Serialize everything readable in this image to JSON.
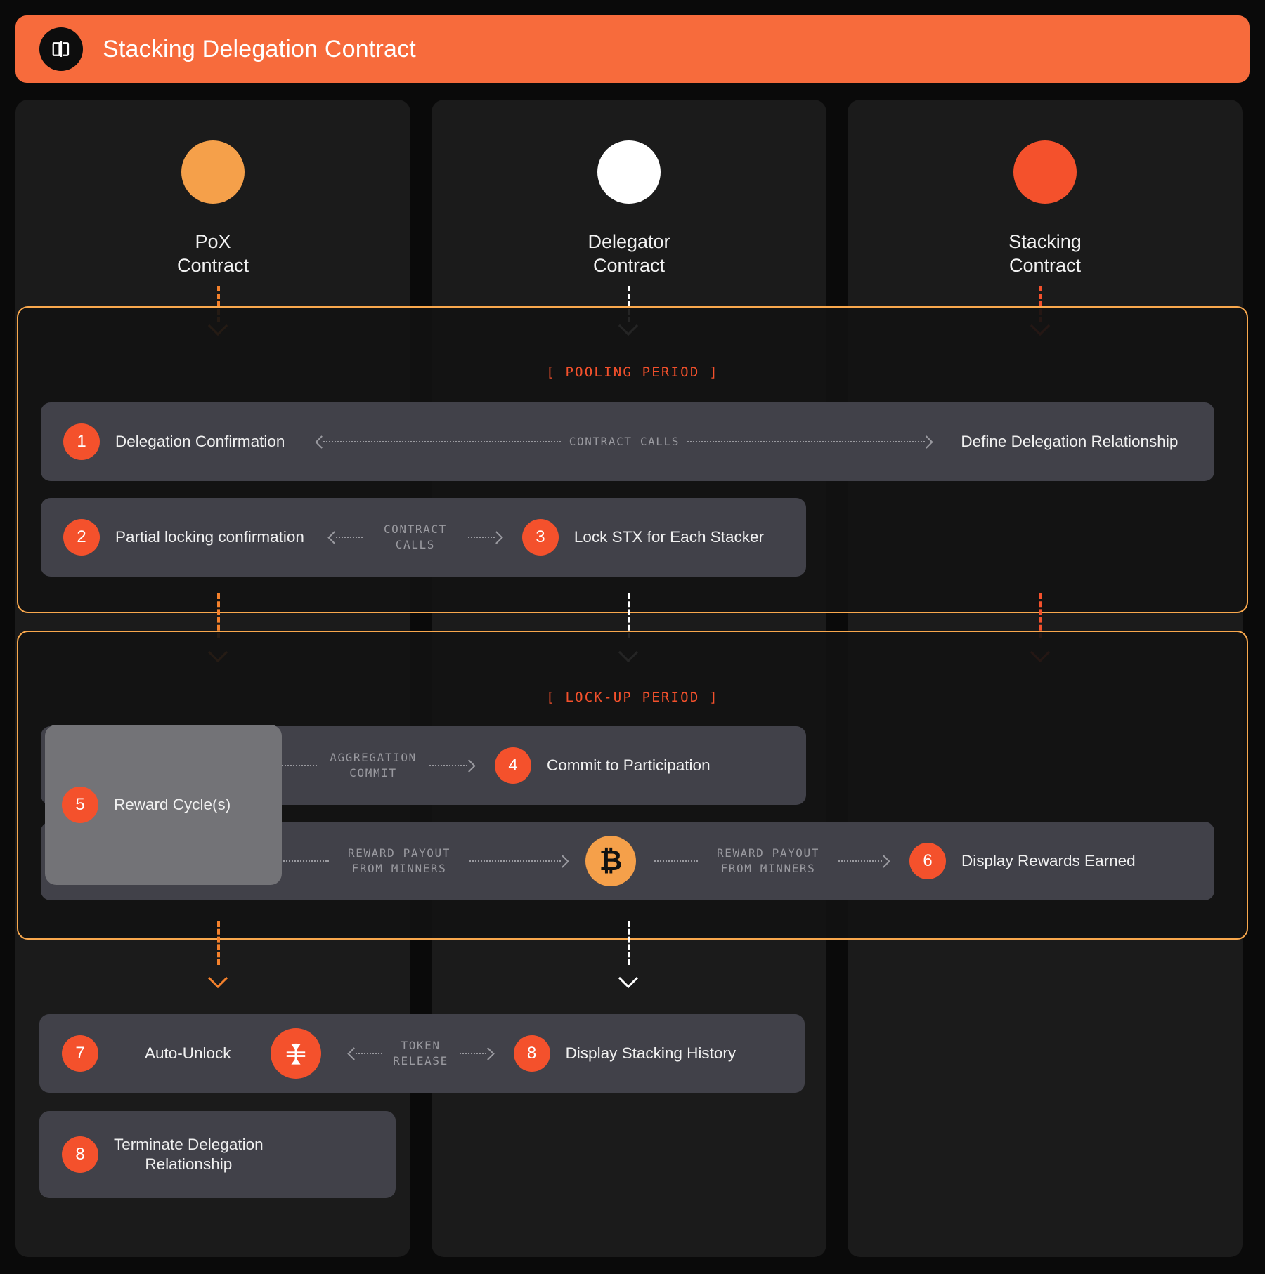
{
  "header": {
    "title": "Stacking Delegation Contract",
    "logo_icon": "contract-split-icon",
    "bg_color": "#F76B3C"
  },
  "columns": [
    {
      "name": "PoX\nContract",
      "avatar_color": "#F5A04A",
      "avatar_icon": "pox-contract-avatar",
      "line_color": "#F4812C"
    },
    {
      "name": "Delegator\nContract",
      "avatar_color": "#FFFFFF",
      "avatar_icon": "delegator-contract-avatar",
      "line_color": "#FFFFFF"
    },
    {
      "name": "Stacking\nContract",
      "avatar_color": "#F4512C",
      "avatar_icon": "stacking-contract-avatar",
      "line_color": "#F4512C"
    }
  ],
  "phases": [
    {
      "label": "[ POOLING PERIOD ]"
    },
    {
      "label": "[ LOCK-UP PERIOD ]"
    }
  ],
  "rows": {
    "r1": {
      "badge": "1",
      "left_label": "Delegation Confirmation",
      "conn_text": "CONTRACT CALLS",
      "right_label": "Define Delegation Relationship"
    },
    "r2": {
      "badge_left": "2",
      "left_label": "Partial locking confirmation",
      "conn_text": "CONTRACT CALLS",
      "badge_right": "3",
      "right_label": "Lock STX for Each Stacker"
    },
    "r4": {
      "conn_text": "AGGREGATION\nCOMMIT",
      "badge": "4",
      "right_label": "Commit to Participation"
    },
    "r5": {
      "badge": "5",
      "label": "Reward Cycle(s)"
    },
    "r6": {
      "conn_text_left": "REWARD PAYOUT\nFROM MINNERS",
      "token_glyph": "₿",
      "token_name": "bitcoin-icon",
      "conn_text_right": "REWARD PAYOUT\nFROM MINNERS",
      "badge": "6",
      "right_label": "Display Rewards Earned"
    },
    "r7": {
      "badge_left": "7",
      "left_label": "Auto-Unlock",
      "token_name": "stacks-stx-icon",
      "conn_text": "TOKEN\nRELEASE",
      "badge_right": "8",
      "right_label": "Display Stacking History"
    },
    "r8": {
      "badge": "8",
      "label": "Terminate Delegation\nRelationship"
    }
  },
  "colors": {
    "accent": "#F4512C",
    "accent_light": "#F5A04A",
    "phase_border": "#F9A84D",
    "row_bg": "#414149",
    "row_bg_light": "#6e6e72",
    "page_bg": "#0a0a0a",
    "card_bg": "#1b1b1b"
  }
}
